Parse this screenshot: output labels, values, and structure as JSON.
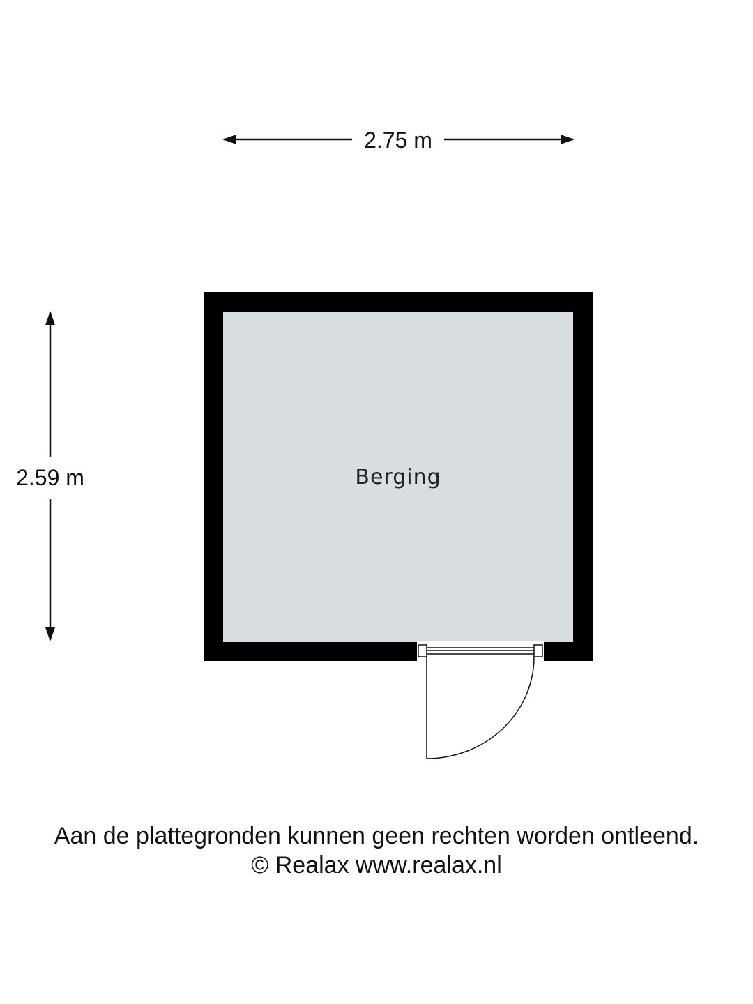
{
  "dimensions": {
    "width_label": "2.75 m",
    "height_label": "2.59 m"
  },
  "room": {
    "name": "Berging"
  },
  "colors": {
    "wall": "#000000",
    "floor": "#d8dde1",
    "line": "#111111",
    "background": "#ffffff"
  },
  "footer": {
    "disclaimer": "Aan de plattegronden kunnen geen rechten worden ontleend.",
    "credit": "© Realax www.realax.nl"
  }
}
